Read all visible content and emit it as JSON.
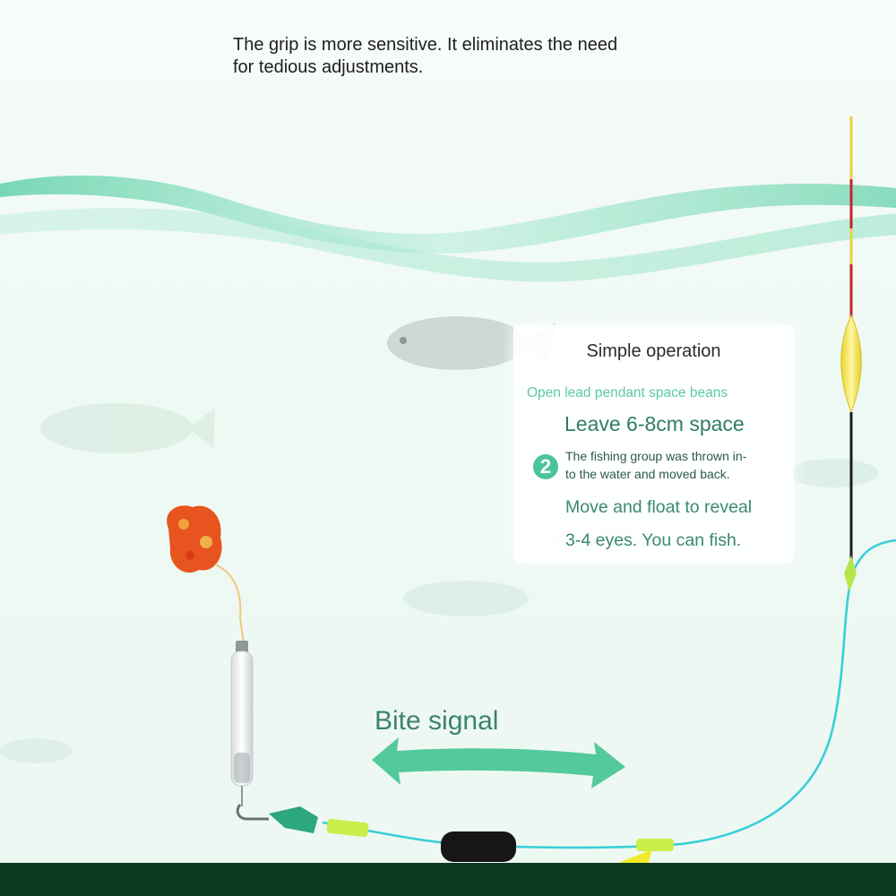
{
  "headline": {
    "line1": "The grip is more sensitive. It eliminates the need",
    "line2": "for tedious adjustments."
  },
  "card": {
    "title": "Simple operation",
    "step1": "Open lead pendant space beans",
    "step1_emphasis": "Leave 6-8cm space",
    "step2_number": "2",
    "step2_line1": "The fishing group was thrown in-",
    "step2_line2": "to the water and moved back.",
    "step2_line3": "Move and float to reveal",
    "step2_line4": "3-4 eyes. You can fish."
  },
  "bite_signal": "Bite signal",
  "colors": {
    "water_wave": "#5fd3a8",
    "line": "#38cfd8",
    "float_yellow": "#f1e24a",
    "float_red": "#c2262a",
    "arrow": "#54c99d",
    "ground": "#0c3a20",
    "bait": "#e8541f"
  }
}
